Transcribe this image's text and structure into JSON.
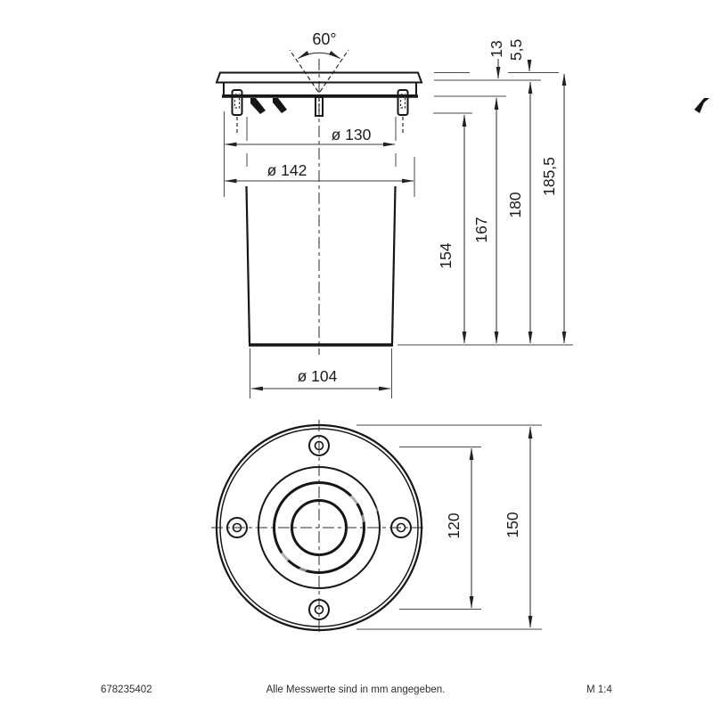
{
  "side_view": {
    "beam_angle": "60°",
    "dia_inner": "ø 130",
    "dia_flange": "ø 142",
    "dia_bottom": "ø 104",
    "dim_flange_to_plate": "13",
    "dim_flange_thickness": "5,5",
    "dim_height_claws": "154",
    "dim_height_plate": "167",
    "dim_height_under_flange": "180",
    "dim_height_total": "185,5"
  },
  "front_view": {
    "dim_bolt_circle": "120",
    "dim_visible_dia": "150"
  },
  "footer": {
    "article_number": "678235402",
    "units_note": "Alle Messwerte sind in mm angegeben.",
    "scale": "M 1:4"
  },
  "colors": {
    "line": "#161616",
    "glass_ring": "#ececec",
    "glass_inner": "#f4f4f4"
  }
}
